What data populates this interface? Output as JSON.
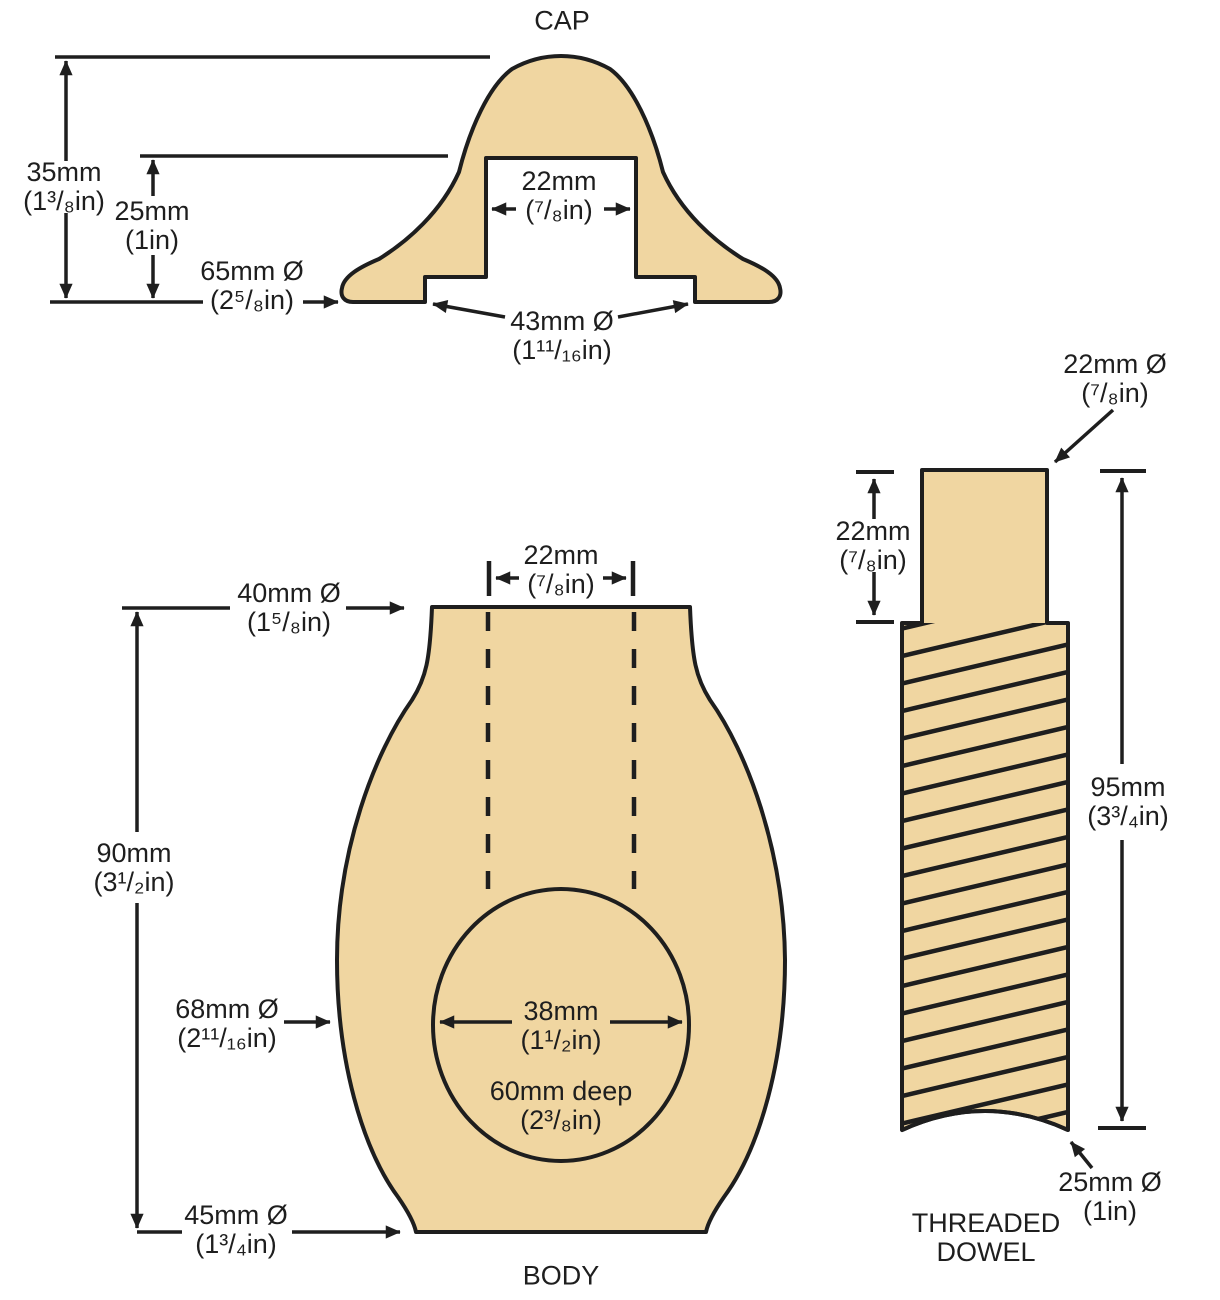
{
  "colors": {
    "wood_fill": "#f0d6a1",
    "line": "#1e1e1e"
  },
  "cap": {
    "title": "CAP",
    "d35": {
      "mm": "35mm",
      "in": "(1³/₈in)"
    },
    "d25": {
      "mm": "25mm",
      "in": "(1in)"
    },
    "d65": {
      "mm": "65mm Ø",
      "in": "(2⁵/₈in)"
    },
    "d22": {
      "mm": "22mm",
      "in": "(⁷/₈in)"
    },
    "d43": {
      "mm": "43mm Ø",
      "in": "(1¹¹/₁₆in)"
    }
  },
  "body": {
    "title": "BODY",
    "d40": {
      "mm": "40mm Ø",
      "in": "(1⁵/₈in)"
    },
    "d22": {
      "mm": "22mm",
      "in": "(⁷/₈in)"
    },
    "d90": {
      "mm": "90mm",
      "in": "(3¹/₂in)"
    },
    "d68": {
      "mm": "68mm Ø",
      "in": "(2¹¹/₁₆in)"
    },
    "d38": {
      "mm": "38mm",
      "in": "(1¹/₂in)"
    },
    "d60": {
      "mm": "60mm deep",
      "in": "(2³/₈in)"
    },
    "d45": {
      "mm": "45mm Ø",
      "in": "(1³/₄in)"
    }
  },
  "dowel": {
    "title_line1": "THREADED",
    "title_line2": "DOWEL",
    "d22dia": {
      "mm": "22mm Ø",
      "in": "(⁷/₈in)"
    },
    "d22len": {
      "mm": "22mm",
      "in": "(⁷/₈in)"
    },
    "d95": {
      "mm": "95mm",
      "in": "(3³/₄in)"
    },
    "d25": {
      "mm": "25mm Ø",
      "in": "(1in)"
    }
  }
}
